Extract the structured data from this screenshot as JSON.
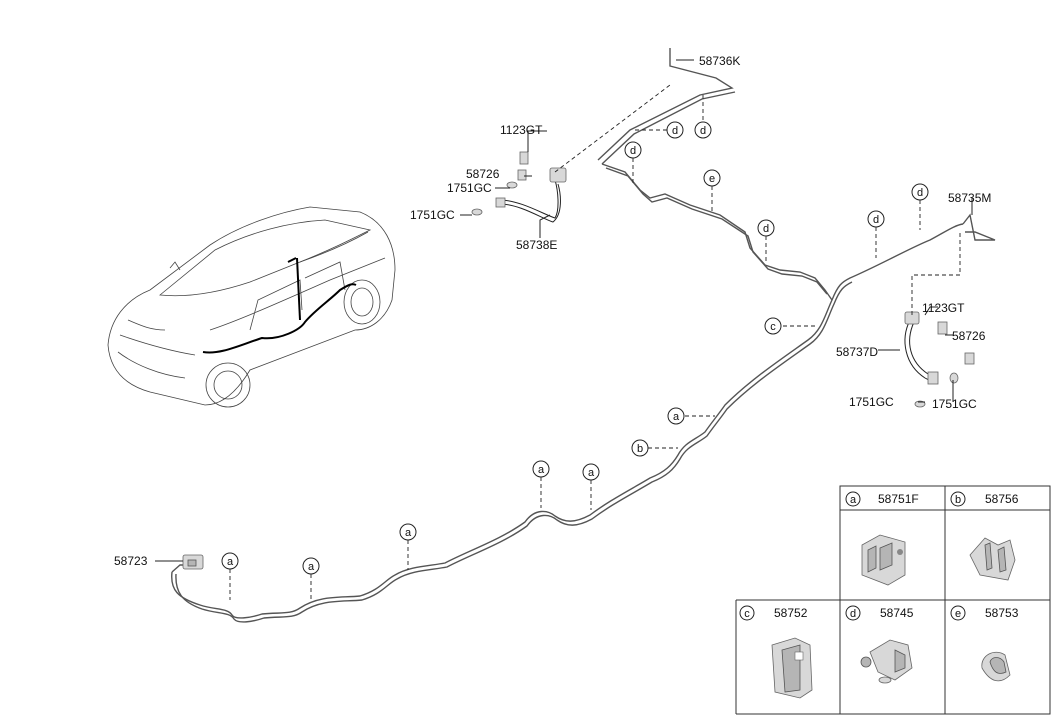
{
  "part_labels": {
    "p58736K": "58736K",
    "p1123GT_a": "1123GT",
    "p58726_a": "58726",
    "p1751GC_a": "1751GC",
    "p1751GC_b": "1751GC",
    "p58738E": "58738E",
    "p58735M": "58735M",
    "p1123GT_b": "1123GT",
    "p58726_b": "58726",
    "p58737D": "58737D",
    "p1751GC_c": "1751GC",
    "p1751GC_d": "1751GC",
    "p58723": "58723"
  },
  "callouts": {
    "c1": "d",
    "c2": "d",
    "c3": "d",
    "c4": "e",
    "c5": "d",
    "c6": "d",
    "c7": "d",
    "c8": "c",
    "c9": "a",
    "c10": "b",
    "c11": "a",
    "c12": "a",
    "c13": "a",
    "c14": "a",
    "c15": "a"
  },
  "legend": {
    "a": {
      "letter": "a",
      "part": "58751F"
    },
    "b": {
      "letter": "b",
      "part": "58756"
    },
    "c": {
      "letter": "c",
      "part": "58752"
    },
    "d": {
      "letter": "d",
      "part": "58745"
    },
    "e": {
      "letter": "e",
      "part": "58753"
    }
  }
}
